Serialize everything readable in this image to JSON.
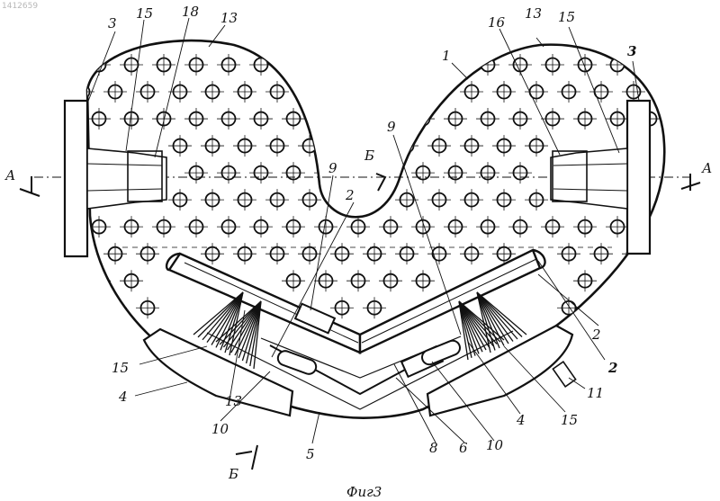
{
  "watermark": "1412659",
  "caption": "Фиг3",
  "section_marks": {
    "a_left": "А",
    "a_right": "А",
    "b_top": "Б",
    "b_bottom": "Б"
  },
  "labels": {
    "n3_left": "3",
    "n15_tl": "15",
    "n18": "18",
    "n13_top": "13",
    "n1": "1",
    "n16": "16",
    "n13_tr": "13",
    "n15_tr": "15",
    "n3_right": "3",
    "n9_mid": "9",
    "n9_left": "9",
    "n2_left": "2",
    "n15_left": "15",
    "n4_left": "4",
    "n10_left": "10",
    "n13_bottom": "13",
    "n5_bottom": "5",
    "n8": "8",
    "n6": "6",
    "n10_right": "10",
    "n4_right": "4",
    "n15_right": "15",
    "n11": "11",
    "n2_right": "2"
  },
  "colors": {
    "ink": "#111111",
    "paper": "#ffffff"
  }
}
